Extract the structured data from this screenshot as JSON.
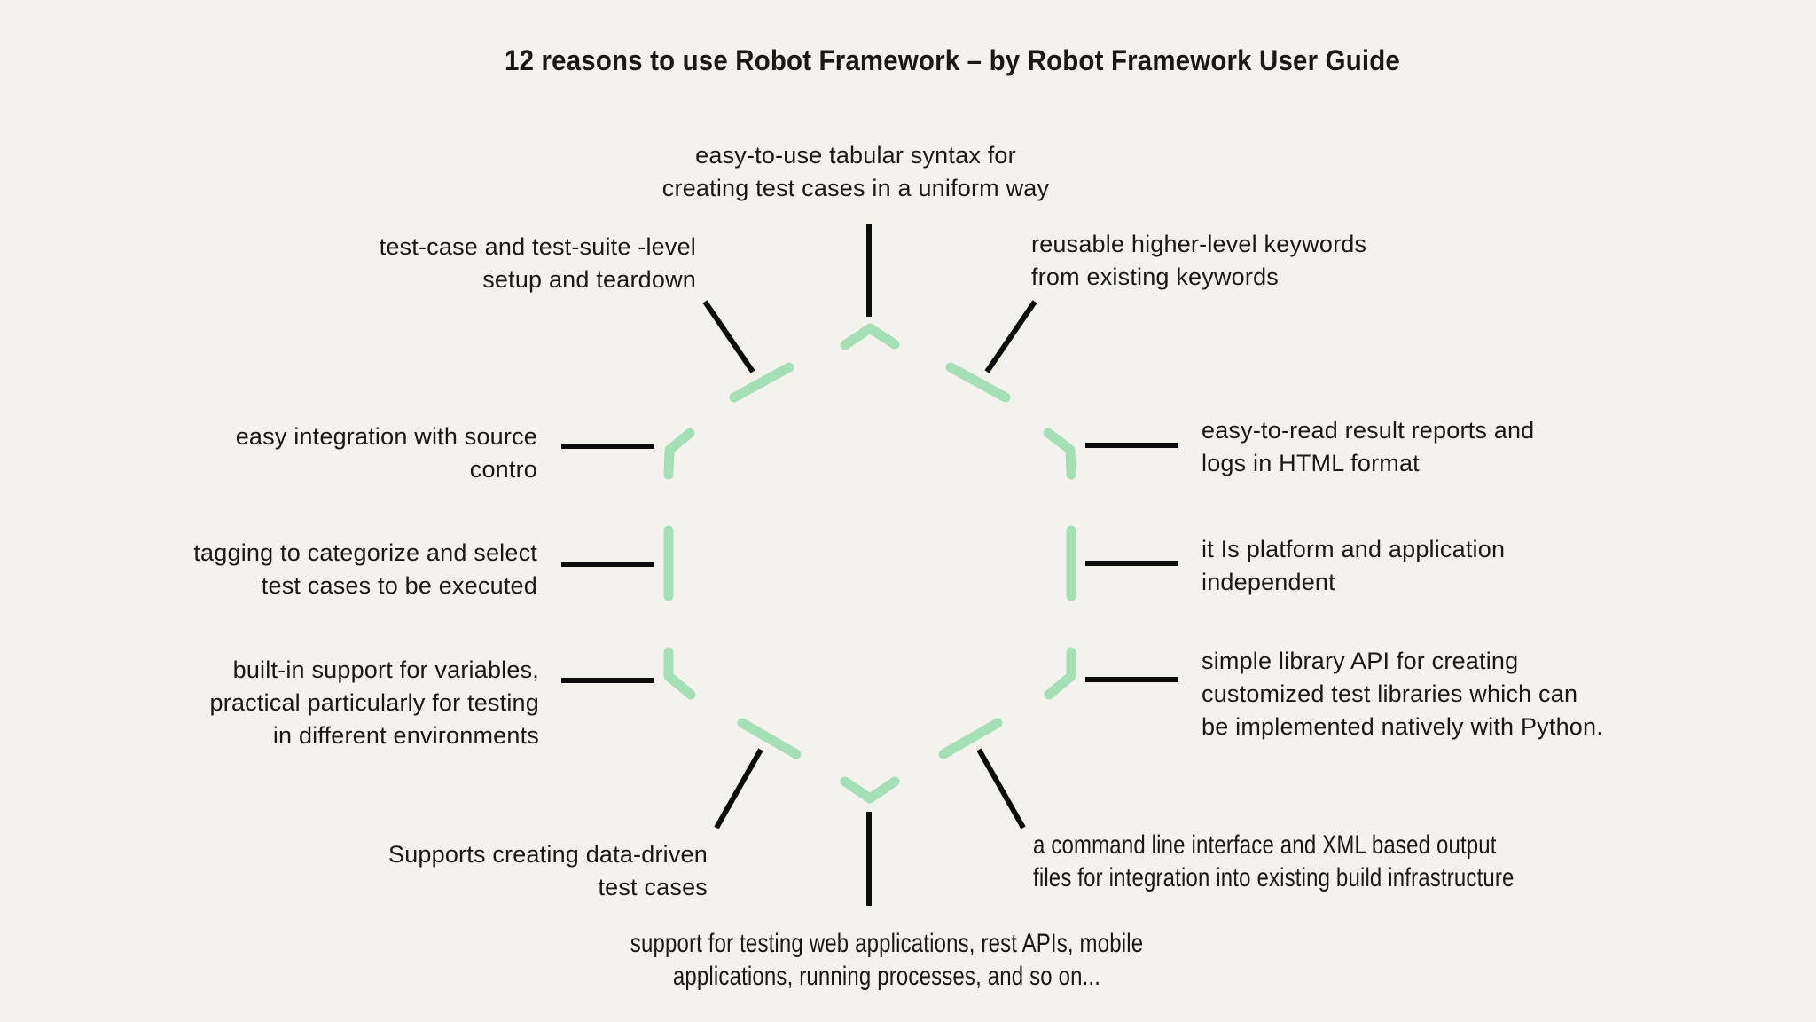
{
  "theme": {
    "bg": "#f4f2ed",
    "ink": "#1a1813",
    "line": "#0c0c0c",
    "green": "#a5dfb5"
  },
  "header": {
    "title": "12 reasons to use Robot Framework – by Robot Framework User Guide"
  },
  "diagram": {
    "type": "radial-reason-ring",
    "segment_count": 12,
    "labels": {
      "top": "easy-to-use tabular syntax for\ncreating test cases in a uniform way",
      "upper_left": "test-case and test-suite -level\nsetup and teardown",
      "upper_right": "reusable higher-level keywords\nfrom existing keywords",
      "left_1": "easy integration with source\ncontro",
      "left_2": "tagging to categorize and select\ntest cases to be executed",
      "left_3": "built-in support for variables,\npractical particularly for testing\nin different environments",
      "right_1": "easy-to-read result reports and\nlogs in HTML format",
      "right_2": "it Is platform and application\nindependent",
      "right_3": "simple library API for creating\ncustomized test libraries which can\nbe implemented natively with Python.",
      "bottom_left": "Supports creating data-driven\ntest cases",
      "bottom_right": "a command line interface and XML based output\nfiles for integration into existing build infrastructure",
      "bottom": "support for testing web applications, rest APIs, mobile\napplications, running processes, and so on..."
    }
  }
}
